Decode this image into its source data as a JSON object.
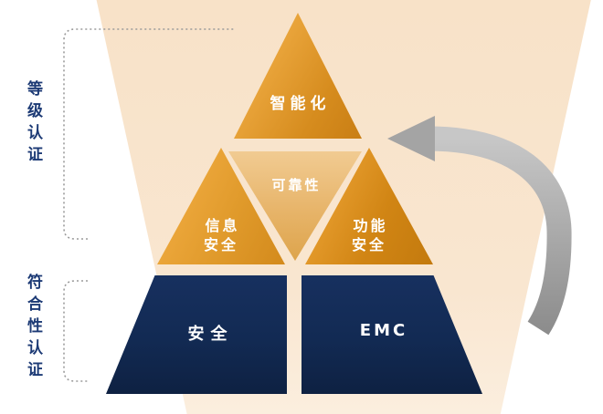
{
  "pyramid": {
    "top": {
      "label": "智能化"
    },
    "middle": {
      "left": {
        "label": "信息\n安全"
      },
      "center": {
        "label": "可靠性"
      },
      "right": {
        "label": "功能\n安全"
      }
    },
    "bottom": {
      "left": {
        "label": "安全"
      },
      "right": {
        "label": "EMC"
      }
    }
  },
  "side_labels": {
    "level_certification": "等级认证",
    "conformity_certification": "符合性认证"
  },
  "colors": {
    "gold": "#e3992b",
    "light_gold": "#e7b469",
    "navy": "#122a53",
    "label_blue": "#1c3a75",
    "background_band": "#f8e2c8",
    "arrow_gray": "#a6a6a6",
    "dotted_line_gray": "#9b9b9b"
  }
}
